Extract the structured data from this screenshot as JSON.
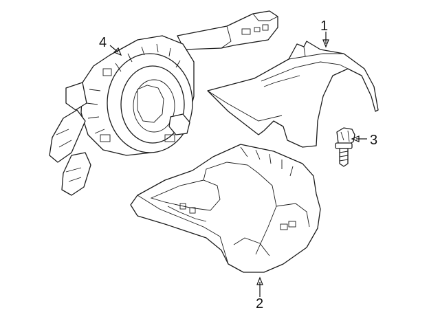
{
  "diagram": {
    "callouts": [
      {
        "id": "1",
        "label": "1"
      },
      {
        "id": "2",
        "label": "2"
      },
      {
        "id": "3",
        "label": "3"
      },
      {
        "id": "4",
        "label": "4"
      }
    ]
  },
  "colors": {
    "line": "#1a1a1a",
    "background": "#ffffff"
  }
}
